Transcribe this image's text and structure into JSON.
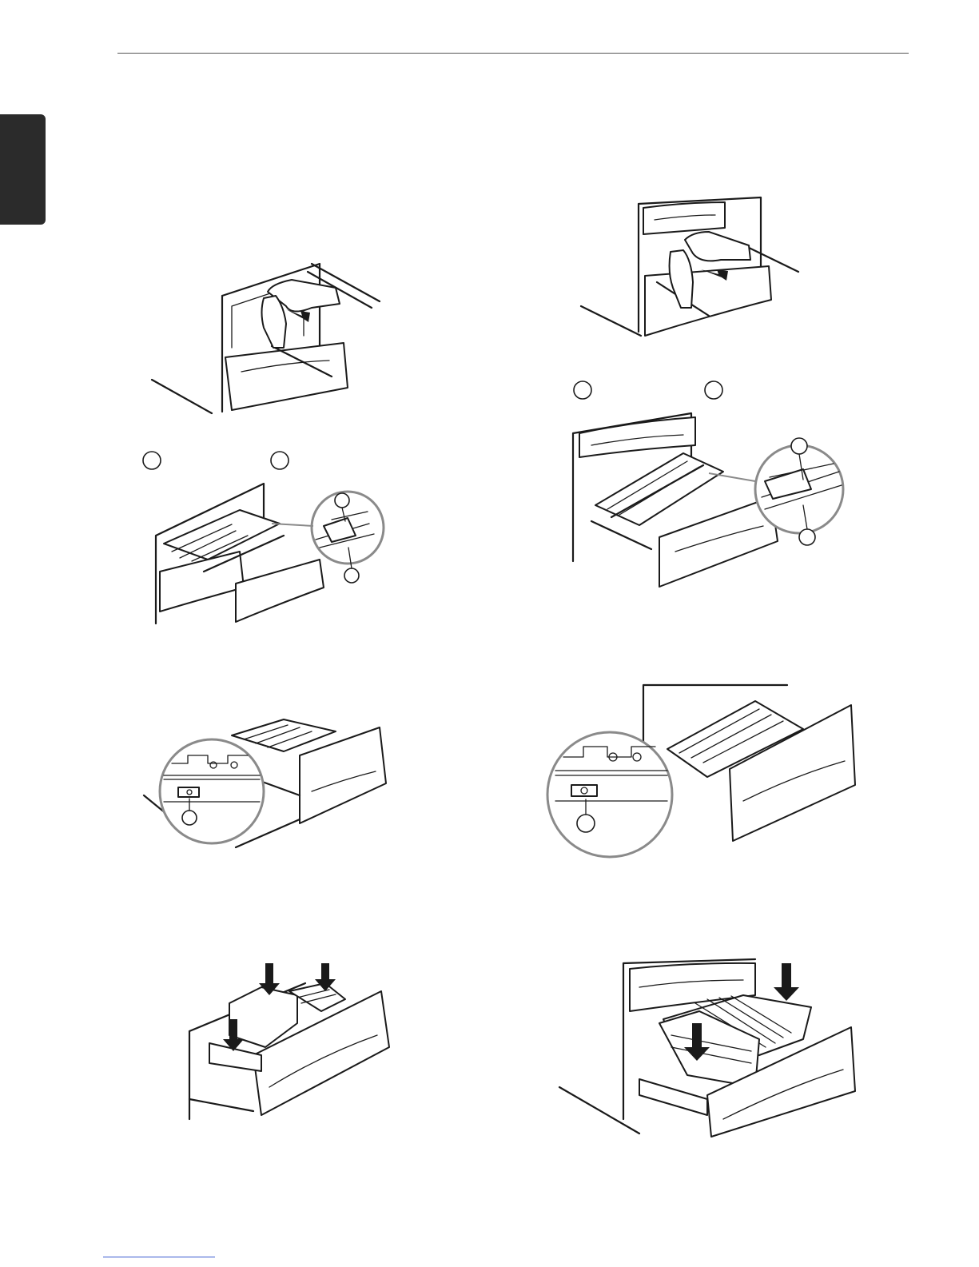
{
  "page": {
    "section_tab": "",
    "footer_link": ""
  },
  "figures": [
    {
      "id": "fig-1"
    },
    {
      "id": "fig-2"
    },
    {
      "id": "fig-3"
    },
    {
      "id": "fig-4"
    },
    {
      "id": "fig-5"
    },
    {
      "id": "fig-6"
    },
    {
      "id": "fig-7"
    },
    {
      "id": "fig-8"
    }
  ]
}
